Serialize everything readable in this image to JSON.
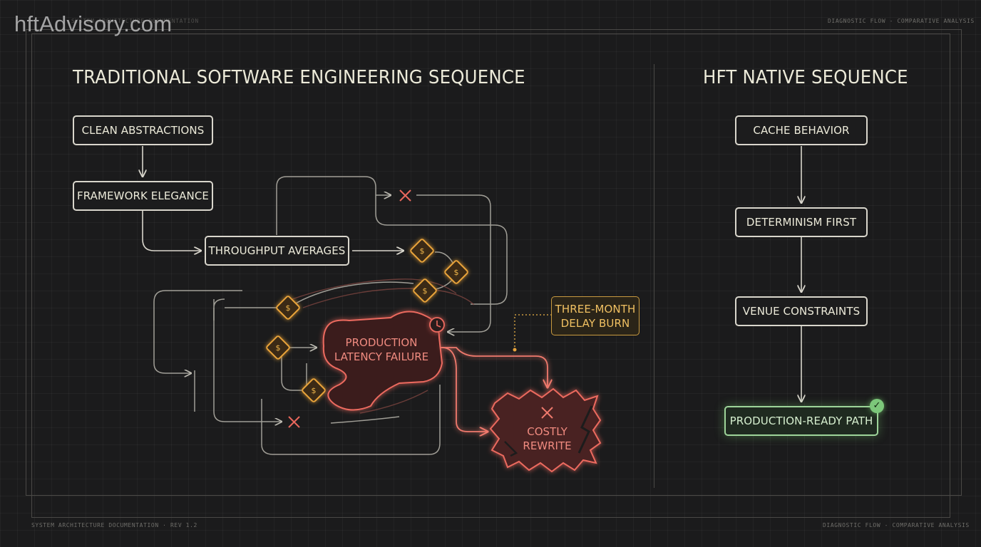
{
  "watermark": "hftAdvisory.com",
  "header_meta_left": "SYSTEM ARCHITECTURE DOCUMENTATION",
  "header_meta_right": "DIAGNOSTIC FLOW - COMPARATIVE ANALYSIS",
  "footer_left": "SYSTEM ARCHITECTURE DOCUMENTATION · REV 1.2",
  "footer_right": "DIAGNOSTIC FLOW - COMPARATIVE ANALYSIS",
  "left_section": {
    "title": "TRADITIONAL SOFTWARE ENGINEERING SEQUENCE",
    "nodes": {
      "clean_abstractions": "CLEAN ABSTRACTIONS",
      "framework_elegance": "FRAMEWORK ELEGANCE",
      "throughput_averages": "THROUGHPUT AVERAGES",
      "production_failure_line1": "PRODUCTION",
      "production_failure_line2": "LATENCY FAILURE",
      "three_month_line1": "THREE-MONTH",
      "three_month_line2": "DELAY BURN",
      "costly_rewrite_line1": "COSTLY",
      "costly_rewrite_line2": "REWRITE"
    }
  },
  "right_section": {
    "title": "HFT NATIVE SEQUENCE",
    "nodes": {
      "cache_behavior": "CACHE BEHAVIOR",
      "determinism_first": "DETERMINISM FIRST",
      "venue_constraints": "VENUE CONSTRAINTS",
      "production_ready": "PRODUCTION-READY PATH"
    }
  },
  "colors": {
    "line": "#d9d6cc",
    "failure": "#e8675c",
    "warning": "#e8a33a",
    "success": "#9ed49a"
  },
  "icons": {
    "money_node": "dollar-diamond-icon",
    "dead_end": "x-mark-icon",
    "clock": "clock-icon",
    "check": "check-badge-icon"
  }
}
